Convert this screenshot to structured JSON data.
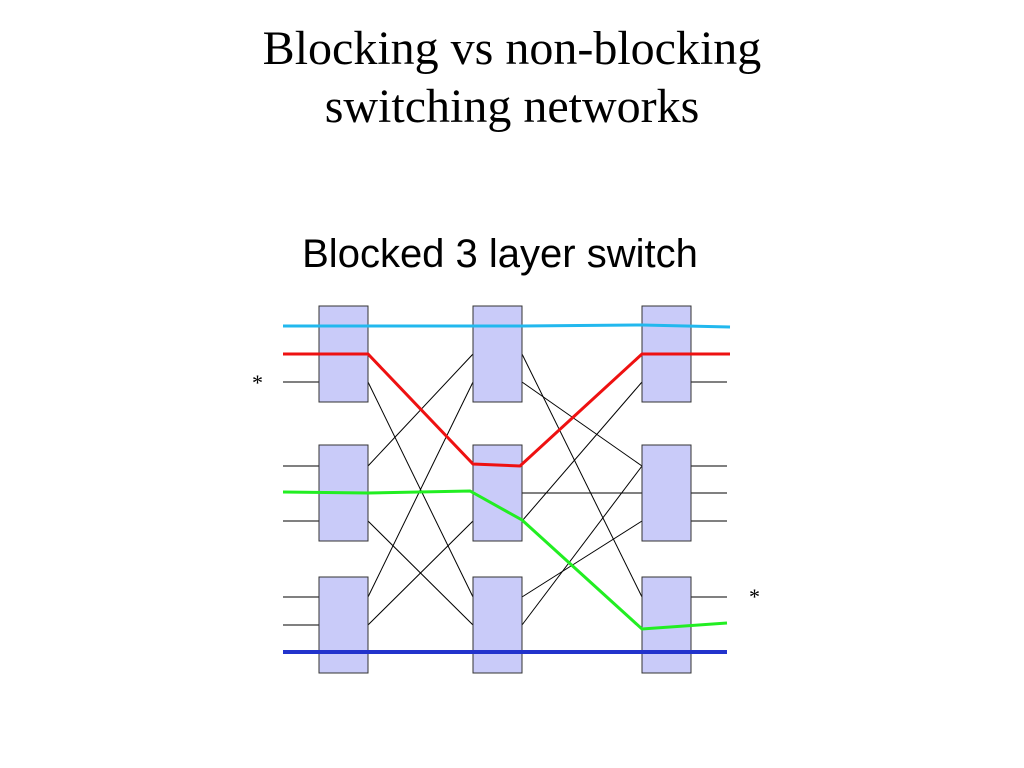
{
  "slide": {
    "title_line1": "Blocking vs non-blocking",
    "title_line2": "switching networks"
  },
  "diagram": {
    "title": "Blocked 3 layer switch",
    "markers": {
      "blocked_input": "*",
      "blocked_output": "*"
    },
    "colors": {
      "cyan_path": "#22b8ee",
      "red_path": "#ee1111",
      "green_path": "#22ee22",
      "blue_path": "#2233cc",
      "switch_fill": "#c9cbf9"
    },
    "layers": 3,
    "switches_per_layer": 3,
    "ports_per_switch": 3
  }
}
